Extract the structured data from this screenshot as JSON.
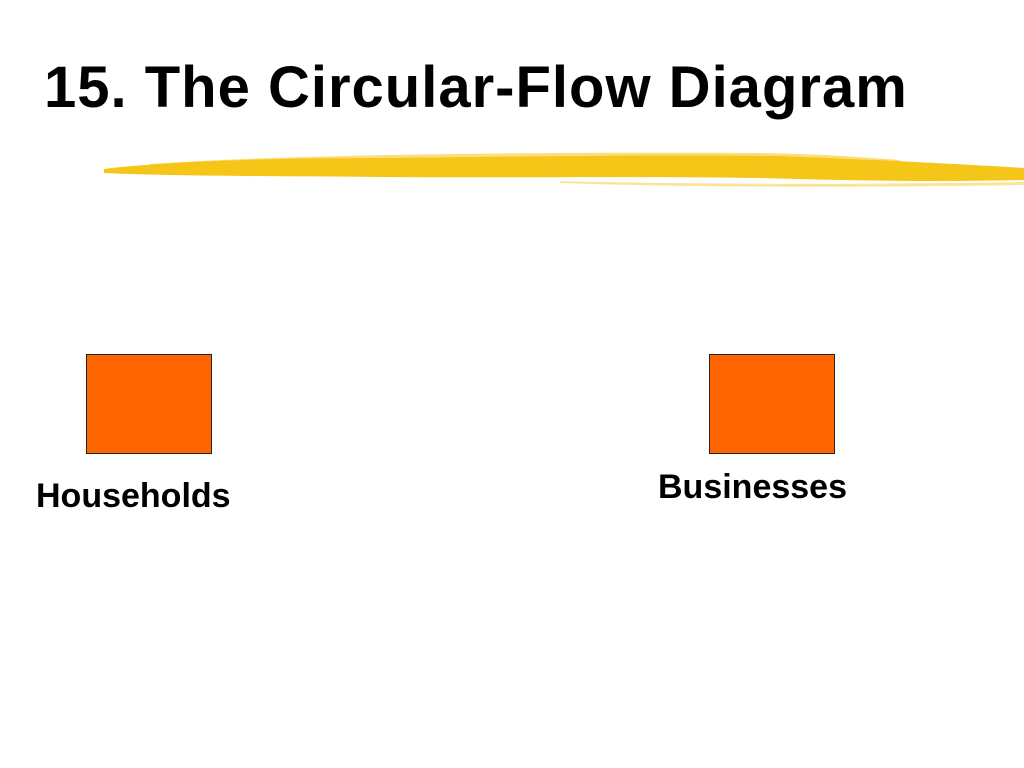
{
  "slide": {
    "title": "15. The Circular-Flow Diagram",
    "underline_color": "#F5C518"
  },
  "diagram": {
    "box_color": "#FF6600",
    "nodes": [
      {
        "id": "households",
        "label": "Households"
      },
      {
        "id": "businesses",
        "label": "Businesses"
      }
    ]
  }
}
